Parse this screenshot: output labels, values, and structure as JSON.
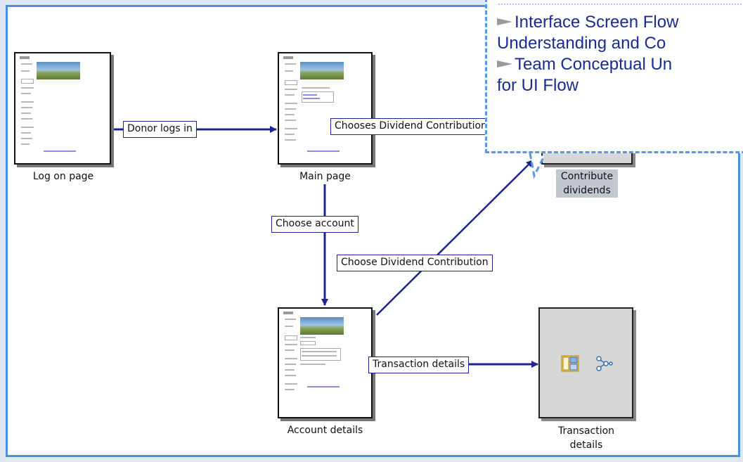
{
  "nodes": {
    "logon": "Log on page",
    "main": "Main page",
    "contribute": "Contribute dividends",
    "account": "Account details",
    "transaction": "Transaction details"
  },
  "edges": {
    "donor_logs_in": "Donor logs in",
    "chooses_dividend": "Chooses Dividend Contribution",
    "choose_account": "Choose account",
    "choose_dividend": "Choose Dividend Contribution",
    "transaction_details": "Transaction details"
  },
  "callout": {
    "line1": "Interface Screen Flow",
    "line2": "Understanding and Co",
    "line3": "Team Conceptual Un",
    "line4": "for UI Flow"
  },
  "icons": [
    "page-layout-icon",
    "flow-diagram-icon"
  ],
  "colors": {
    "edge": "#1c2490",
    "frame": "#4a90e2",
    "callout_border": "#5b95e8",
    "callout_text": "#1a2a92"
  }
}
